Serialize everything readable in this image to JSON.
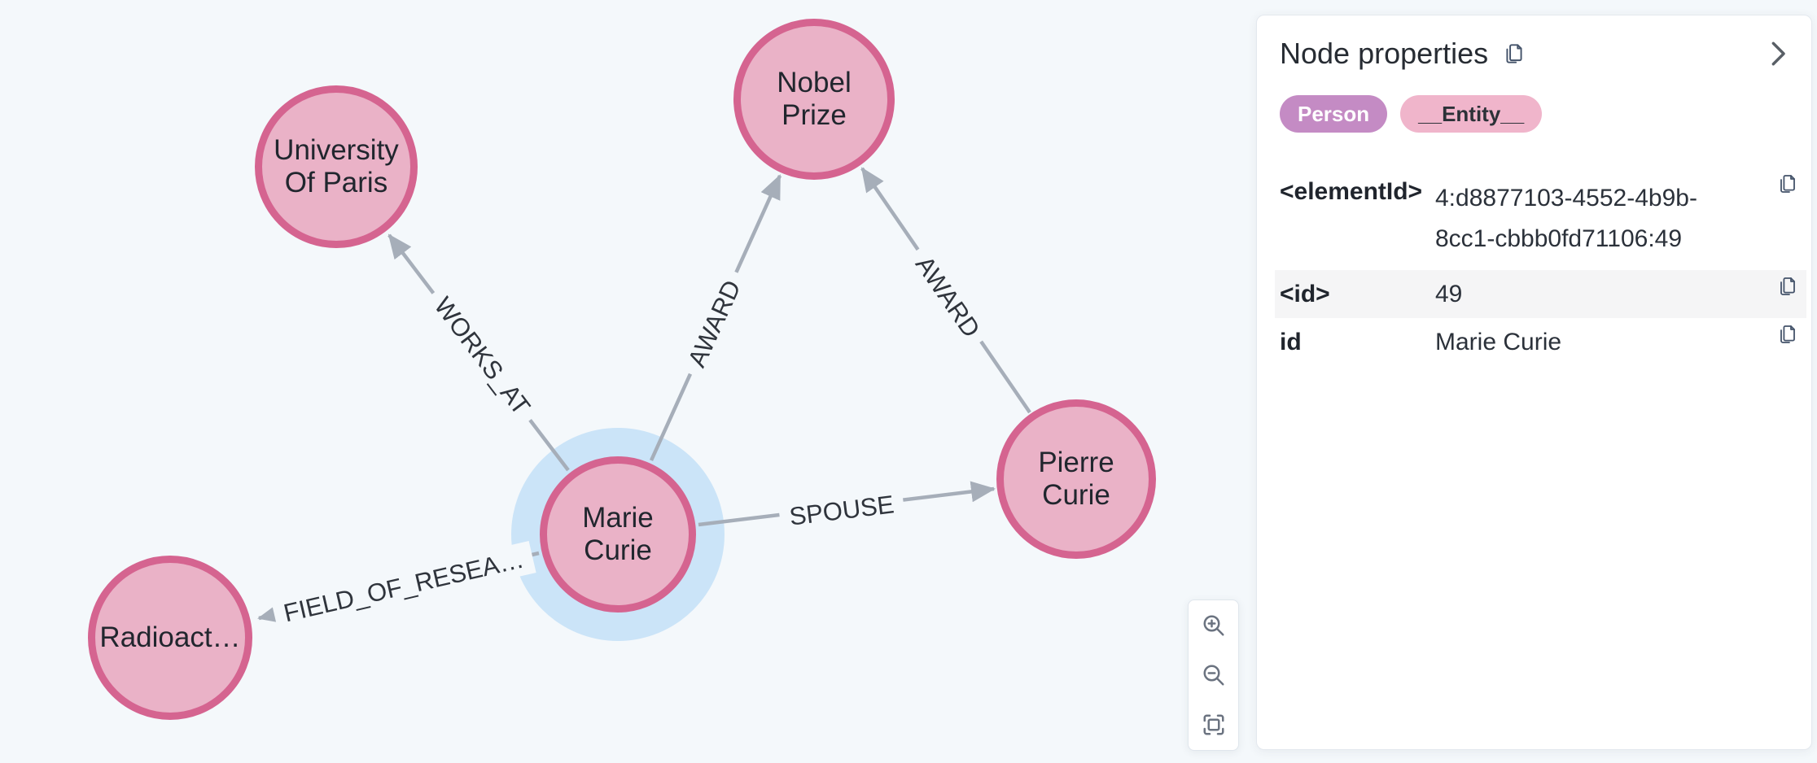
{
  "colors": {
    "canvas_bg": "#f4f8fb",
    "node_fill": "#eab2c7",
    "node_border": "#d56490",
    "selection_halo": "#cbe4f8",
    "edge": "#a6aeb9",
    "person_badge_bg": "#c48bc4",
    "entity_badge_bg": "#f0b5cb"
  },
  "graph": {
    "nodes": {
      "university": {
        "lines": [
          "University",
          "Of Paris"
        ]
      },
      "nobel": {
        "lines": [
          "Nobel",
          "Prize"
        ]
      },
      "marie": {
        "lines": [
          "Marie",
          "Curie"
        ],
        "selected": true
      },
      "pierre": {
        "lines": [
          "Pierre",
          "Curie"
        ]
      },
      "radioactivity": {
        "lines": [
          "Radioact…"
        ]
      }
    },
    "edges": {
      "works_at": {
        "label": "WORKS_AT"
      },
      "award_marie": {
        "label": "AWARD"
      },
      "award_pierre": {
        "label": "AWARD"
      },
      "spouse": {
        "label": "SPOUSE"
      },
      "field_of_research": {
        "label": "FIELD_OF_RESEA…"
      }
    }
  },
  "zoom_controls": {
    "buttons": [
      {
        "name": "zoom-in",
        "icon": "zoom-in-icon"
      },
      {
        "name": "zoom-out",
        "icon": "zoom-out-icon"
      },
      {
        "name": "fit-to-screen",
        "icon": "fit-to-screen-icon"
      }
    ]
  },
  "panel": {
    "title": "Node properties",
    "labels": [
      {
        "text": "Person"
      },
      {
        "text": "__Entity__"
      }
    ],
    "properties": [
      {
        "key": "<elementId>",
        "value": "4:d8877103-4552-4b9b-8cc1-cbbb0fd71106:49"
      },
      {
        "key": "<id>",
        "value": "49"
      },
      {
        "key": "id",
        "value": "Marie Curie"
      }
    ]
  }
}
